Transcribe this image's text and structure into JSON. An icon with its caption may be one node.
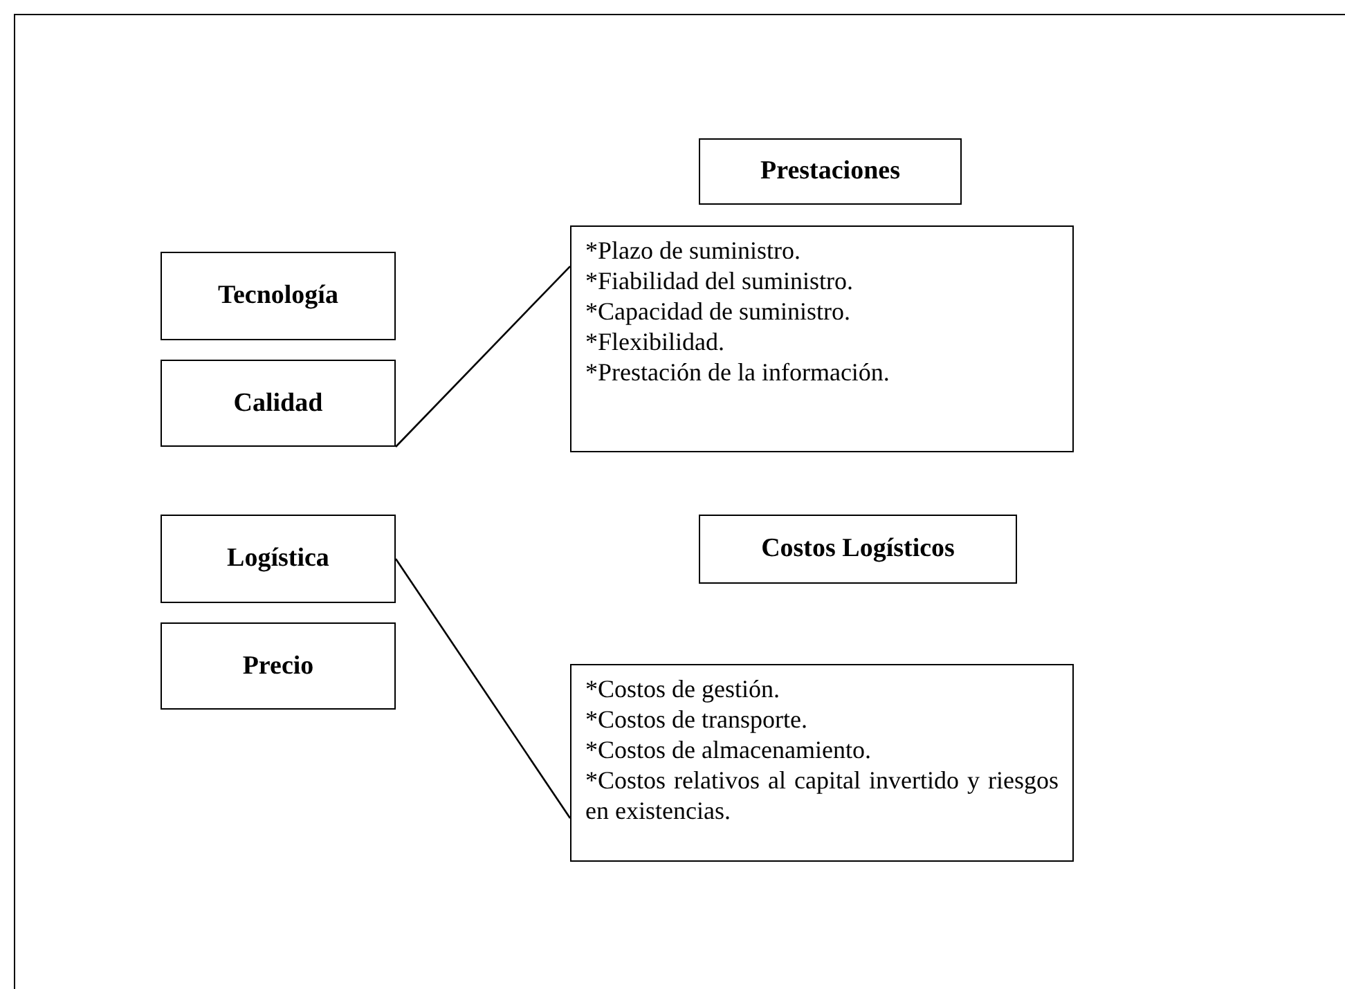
{
  "diagram": {
    "nodes": [
      {
        "text": [
          "Prestaciones"
        ]
      },
      {
        "text": [
          "*Plazo de suministro.",
          "*Fiabilidad del suministro.",
          "*Capacidad de suministro.",
          "*Flexibilidad.",
          "*Prestación de la información."
        ]
      },
      {
        "text": [
          "Tecnología"
        ]
      },
      {
        "text": [
          "Calidad"
        ]
      },
      {
        "text": [
          "Logística"
        ]
      },
      {
        "text": [
          "Costos Logísticos"
        ]
      },
      {
        "text": [
          "Precio"
        ]
      },
      {
        "text": [
          "*Costos de gestión.",
          "*Costos de transporte.",
          "*Costos de almacenamiento.",
          "*Costos relativos al capital invertido y riesgos en existencias."
        ]
      }
    ],
    "edges": [
      {
        "from": 3,
        "to": 1,
        "arrow": "none"
      },
      {
        "from": 4,
        "to": 7,
        "arrow": "none"
      }
    ]
  }
}
